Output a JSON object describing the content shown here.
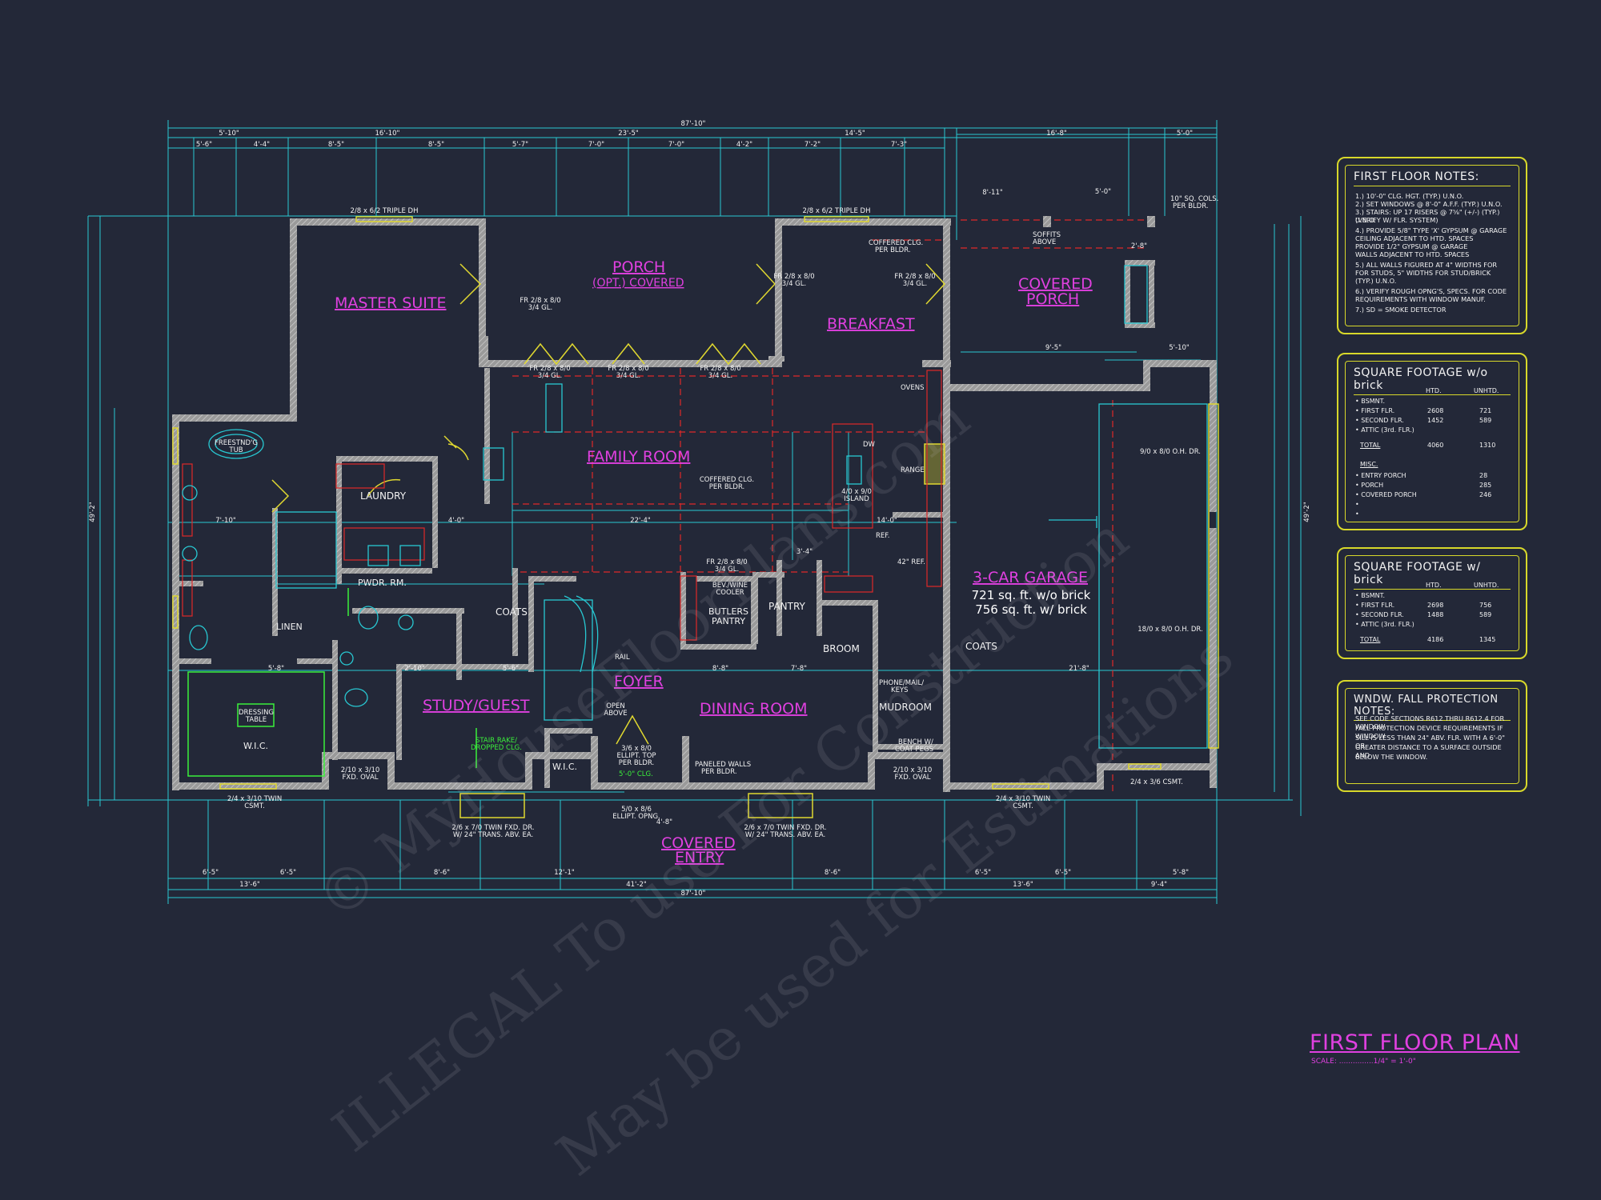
{
  "rooms": {
    "master_suite": "MASTER SUITE",
    "porch_1": "PORCH",
    "porch_2": "(OPT.) COVERED",
    "breakfast": "BREAKFAST",
    "covered_porch_1": "COVERED",
    "covered_porch_2": "PORCH",
    "family_room": "FAMILY ROOM",
    "garage": "3-CAR GARAGE",
    "garage_sf1": "721 sq. ft. w/o brick",
    "garage_sf2": "756 sq. ft. w/ brick",
    "foyer": "FOYER",
    "dining_room": "DINING ROOM",
    "study_guest": "STUDY/GUEST",
    "covered_entry_1": "COVERED",
    "covered_entry_2": "ENTRY"
  },
  "labels": {
    "laundry": "LAUNDRY",
    "pwdr_rm": "PWDR. RM.",
    "linen": "LINEN",
    "coats_1": "COATS",
    "coats_2": "COATS",
    "butlers_1": "BUTLERS",
    "butlers_2": "PANTRY",
    "pantry": "PANTRY",
    "broom": "BROOM",
    "mudroom": "MUDROOM",
    "wic_1": "W.I.C.",
    "wic_2": "W.I.C.",
    "dressing_1": "DRESSING",
    "dressing_2": "TABLE",
    "freestanding_tub_1": "FREESTND'G",
    "freestanding_tub_2": "TUB",
    "triple_dh_1": "2/8 x 6/2 TRIPLE DH",
    "triple_dh_2": "2/8 x 6/2 TRIPLE DH",
    "coffered_1": "COFFERED CLG.",
    "coffered_2": "PER BLDR.",
    "coffered_fr_1": "COFFERED CLG.",
    "coffered_fr_2": "PER BLDR.",
    "soffits_1": "SOFFITS",
    "soffits_2": "ABOVE",
    "cols_1": "10\" SQ. COLS.",
    "cols_2": "PER BLDR.",
    "island_1": "4/0 x 9/0",
    "island_2": "ISLAND",
    "ovens": "OVENS",
    "range": "RANGE",
    "ref": "REF.",
    "ref42": "42\" REF.",
    "dw": "DW",
    "bev_1": "BEV./WINE",
    "bev_2": "COOLER",
    "rail": "RAIL",
    "open_above_1": "OPEN",
    "open_above_2": "ABOVE",
    "paneled_1": "PANELED WALLS",
    "paneled_2": "PER BLDR.",
    "phone_1": "PHONE/MAIL/",
    "phone_2": "KEYS",
    "bench_1": "BENCH W/",
    "bench_2": "COAT PEGS",
    "ellipt_1": "5/0 x 8/6",
    "ellipt_2": "ELLIPT. OPNG.",
    "ellipt_top_1": "3/6 x 8/0",
    "ellipt_top_2": "ELLIPT. TOP",
    "ellipt_top_3": "PER BLDR.",
    "twin_fxd_1a": "2/6 x 7/0 TWIN FXD. DR.",
    "twin_fxd_1b": "W/ 24\" TRANS. ABV. EA.",
    "twin_fxd_2a": "2/6 x 7/0 TWIN FXD. DR.",
    "twin_fxd_2b": "W/ 24\" TRANS. ABV. EA.",
    "twin_csmt_1a": "2/4 x 3/10 TWIN",
    "twin_csmt_1b": "CSMT.",
    "twin_csmt_2a": "2/4 x 3/10 TWIN",
    "twin_csmt_2b": "CSMT.",
    "twin_csmt_3": "2/4 x 3/6 CSMT.",
    "fxd_oval_1a": "2/10 x 3/10",
    "fxd_oval_1b": "FXD. OVAL",
    "fxd_oval_2a": "2/10 x 3/10",
    "fxd_oval_2b": "FXD. OVAL",
    "ohdr_1": "9/0 x 8/0 O.H. DR.",
    "ohdr_2": "18/0 x 8/0 O.H. DR.",
    "stair_1": "STAIR RAKE/",
    "stair_2": "DROPPED CLG.",
    "clg_5": "5'-0\" CLG.",
    "fr_1a": "FR 2/8 x 8/0",
    "fr_1b": "3/4 GL.",
    "fr_2a": "FR 2/8 x 8/0",
    "fr_2b": "3/4 GL.",
    "fr_3a": "FR 2/8 x 8/0",
    "fr_3b": "3/4 GL.",
    "fr_4a": "FR 2/8 x 8/0",
    "fr_4b": "3/4 GL.",
    "fr_5a": "FR 2/8 x 8/0",
    "fr_5b": "3/4 GL.",
    "fr_6a": "FR 2/8 x 8/0",
    "fr_6b": "3/4 GL.",
    "fr_7a": "FR 2/8 x 8/0",
    "fr_7b": "3/4 GL.",
    "overall_top": "87'-10\"",
    "overall_bottom": "87'-10\"",
    "overall_left": "49'-2\"",
    "overall_right": "49'-2\"",
    "dim_t1": "5'-10\"",
    "dim_t2": "16'-10\"",
    "dim_t3": "23'-5\"",
    "dim_t4": "14'-5\"",
    "dim_t5": "16'-8\"",
    "dim_t6": "5'-0\"",
    "dim_t7": "5'-6\"",
    "dim_t8": "4'-4\"",
    "dim_t9": "8'-5\"",
    "dim_t10": "8'-5\"",
    "dim_t11": "5'-7\"",
    "dim_t12": "7'-0\"",
    "dim_t13": "7'-0\"",
    "dim_t14": "4'-2\"",
    "dim_t15": "7'-2\"",
    "dim_t16": "7'-3\"",
    "dim_b1": "6'-5\"",
    "dim_b2": "13'-6\"",
    "dim_b3": "6'-5\"",
    "dim_b4": "8'-6\"",
    "dim_b5": "12'-1\"",
    "dim_b6": "41'-2\"",
    "dim_b7": "8'-6\"",
    "dim_b8": "6'-5\"",
    "dim_b9": "13'-6\"",
    "dim_b10": "6'-5\"",
    "dim_b11": "5'-8\"",
    "dim_b12": "9'-4\"",
    "dim_fr": "22'-4\"",
    "dim_gar": "21'-8\"",
    "dim_14": "14'-0\"",
    "dim_mid1": "7'-10\"",
    "dim_mid2": "5'-8\"",
    "dim_mid3": "2'-10\"",
    "dim_mid4": "5'-6\"",
    "dim_mid5": "8'-8\"",
    "dim_mid6": "7'-8\"",
    "dim_mid7": "4'-0\"",
    "dim_mid8": "4'-8\"",
    "dim_mid9": "8'-11\"",
    "dim_mid10": "5'-0\"",
    "dim_mid11": "5'-10\"",
    "dim_mid12": "2'-8\"",
    "dim_mid13": "3'-4\"",
    "dim_mid14": "9'-5\""
  },
  "notes": {
    "first_floor": {
      "title": "FIRST FLOOR NOTES:",
      "lines": [
        "1.) 10'-0\" CLG. HGT. (TYP.) U.N.O.",
        "2.) SET WINDOWS @ 8'-0\" A.F.F. (TYP.) U.N.O.",
        "3.) STAIRS: UP 17 RISERS @ 7⅝\" (+/-) (TYP.) U.N.O.",
        "     (VERIFY W/ FLR. SYSTEM)",
        "4.) PROVIDE 5/8\" TYPE 'X' GYPSUM @ GARAGE",
        "     CEILING ADJACENT TO HTD. SPACES",
        "     PROVIDE 1/2\" GYPSUM @ GARAGE",
        "     WALLS ADJACENT TO HTD. SPACES",
        "5.) ALL WALLS FIGURED AT 4\" WIDTHS FOR",
        "     FOR STUDS, 5\" WIDTHS FOR STUD/BRICK",
        "     (TYP.) U.N.O.",
        "6.) VERIFY ROUGH OPNG'S, SPECS. FOR CODE",
        "     REQUIREMENTS WITH WINDOW MANUF.",
        "7.) SD = SMOKE DETECTOR"
      ]
    },
    "sf_wo_brick": {
      "title": "SQUARE FOOTAGE w/o brick",
      "col_htd": "HTD.",
      "col_unhtd": "UNHTD.",
      "rows": [
        {
          "label": "• BSMNT.",
          "htd": "",
          "unhtd": ""
        },
        {
          "label": "• FIRST FLR.",
          "htd": "2608",
          "unhtd": "721"
        },
        {
          "label": "• SECOND FLR.",
          "htd": "1452",
          "unhtd": "589"
        },
        {
          "label": "• ATTIC (3rd. FLR.)",
          "htd": "",
          "unhtd": ""
        },
        {
          "label": "TOTAL",
          "htd": "4060",
          "unhtd": "1310"
        }
      ],
      "misc_title": "MISC.",
      "misc_rows": [
        {
          "label": "• ENTRY PORCH",
          "val": "28"
        },
        {
          "label": "• PORCH",
          "val": "285"
        },
        {
          "label": "• COVERED PORCH",
          "val": "246"
        },
        {
          "label": "•",
          "val": ""
        },
        {
          "label": "•",
          "val": ""
        }
      ]
    },
    "sf_w_brick": {
      "title": "SQUARE FOOTAGE w/ brick",
      "col_htd": "HTD.",
      "col_unhtd": "UNHTD.",
      "rows": [
        {
          "label": "• BSMNT.",
          "htd": "",
          "unhtd": ""
        },
        {
          "label": "• FIRST FLR.",
          "htd": "2698",
          "unhtd": "756"
        },
        {
          "label": "• SECOND FLR.",
          "htd": "1488",
          "unhtd": "589"
        },
        {
          "label": "• ATTIC (3rd. FLR.)",
          "htd": "",
          "unhtd": ""
        },
        {
          "label": "TOTAL",
          "htd": "4186",
          "unhtd": "1345"
        }
      ]
    },
    "window_fall": {
      "title": "WNDW. FALL PROTECTION NOTES:",
      "lines": [
        "SEE CODE SECTIONS R612 THRU R612.4 FOR WINDOW",
        "FALL PROTECTION DEVICE REQUIREMENTS IF WINDOW",
        "SILL IS LESS THAN 24\" ABV. FLR. WITH A 6'-0\" OR",
        "GREATER DISTANCE TO A SURFACE OUTSIDE AND",
        "BELOW THE WINDOW."
      ]
    }
  },
  "title": {
    "main": "FIRST FLOOR PLAN",
    "scale": "SCALE: ...............1/4\" = 1'-0\""
  },
  "watermark": {
    "line1": "©  MyHouseFloorPlans.com",
    "line2": "ILLEGAL To use For Construction",
    "line3": "May be used for Estimations"
  },
  "colors": {
    "background": "#232838",
    "dimension": "#28c8d2",
    "room_label": "#e040e0",
    "wall": "#a8a8a8",
    "notes_border": "#d8d82a",
    "red_lines": "#e02828",
    "green": "#3bf03b"
  }
}
